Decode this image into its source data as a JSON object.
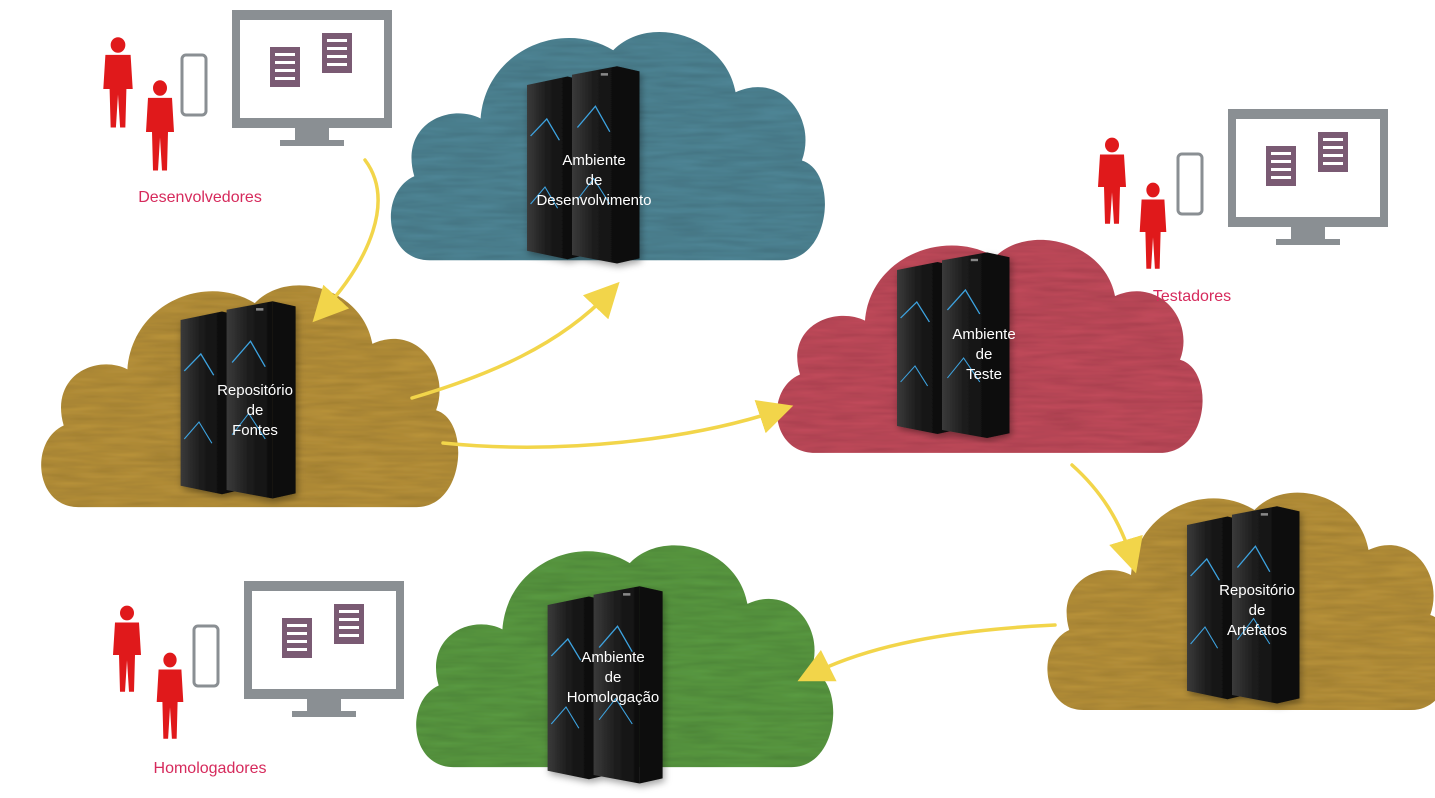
{
  "colors": {
    "developer_cloud": "#4f8595",
    "source_cloud": "#b8923a",
    "test_cloud": "#c14c5b",
    "artifact_cloud": "#b8923a",
    "homolog_cloud": "#5a9a43",
    "people": "#e0191b",
    "group_label": "#d62a5c",
    "arrow": "#f2d54a",
    "monitor": "#8a8f93",
    "document": "#7a5a73"
  },
  "groups": {
    "developers": {
      "label": "Desenvolvedores"
    },
    "testers": {
      "label": "Testadores"
    },
    "homologators": {
      "label": "Homologadores"
    }
  },
  "clouds": {
    "dev_env": {
      "line1": "Ambiente",
      "line2": "de",
      "line3": "Desenvolvimento"
    },
    "source_repo": {
      "line1": "Repositório",
      "line2": "de",
      "line3": "Fontes"
    },
    "test_env": {
      "line1": "Ambiente",
      "line2": "de",
      "line3": "Teste"
    },
    "artifact_repo": {
      "line1": "Repositório",
      "line2": "de",
      "line3": "Artefatos"
    },
    "homolog_env": {
      "line1": "Ambiente",
      "line2": "de",
      "line3": "Homologação"
    }
  }
}
